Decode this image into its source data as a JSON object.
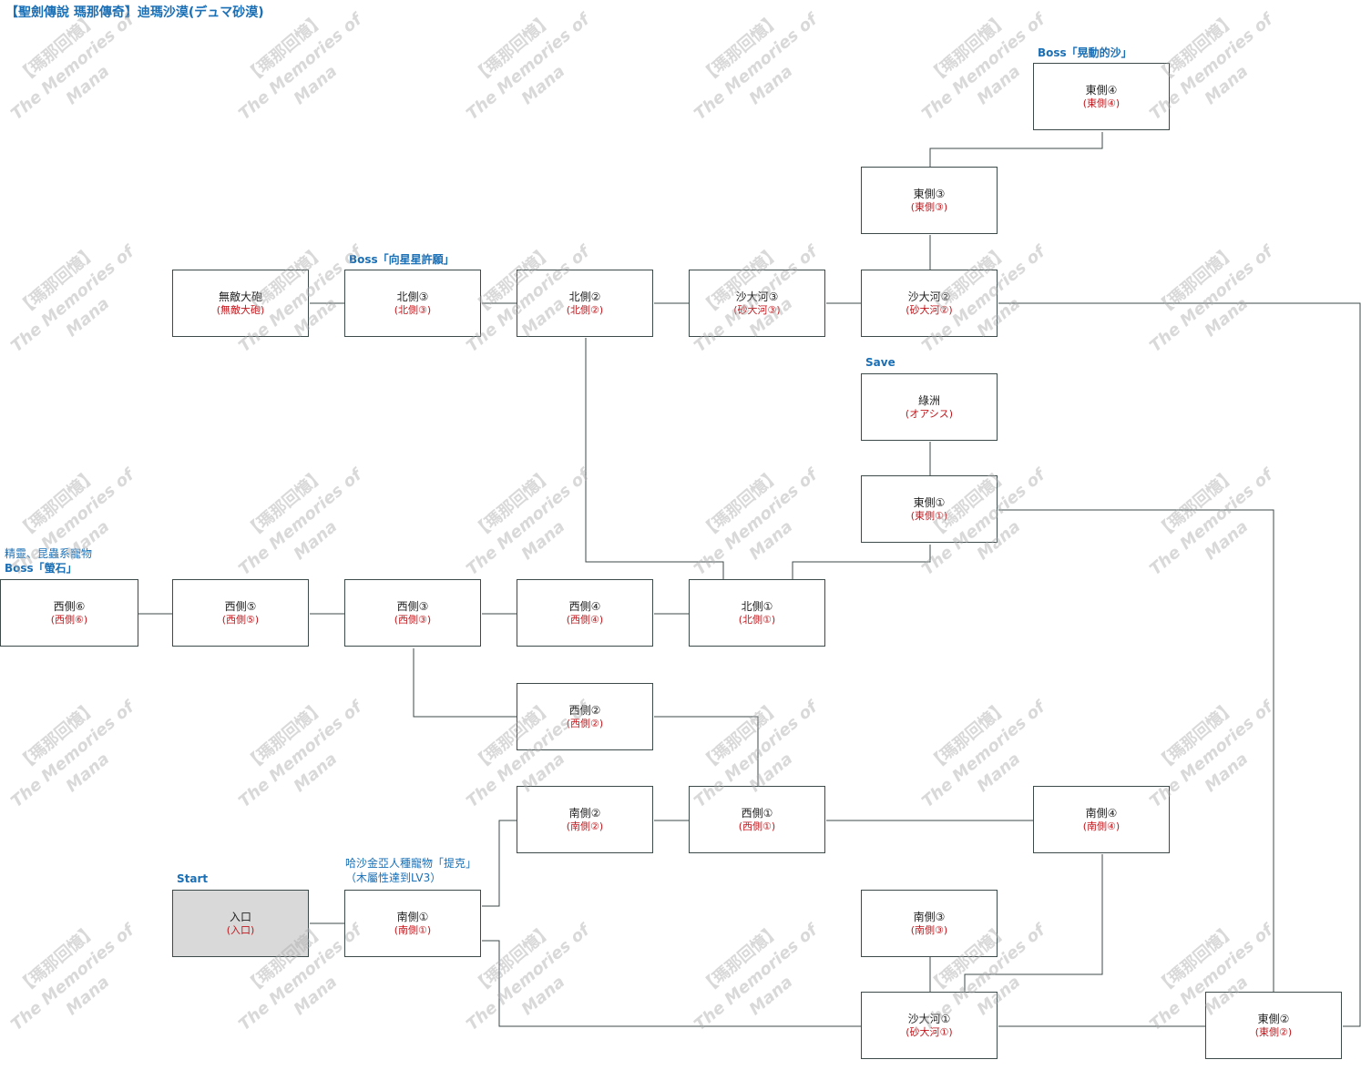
{
  "title": "【聖劍傳說 瑪那傳奇】迪瑪沙漠(デュマ砂漠)",
  "watermark": {
    "line1": "【瑪那回憶】",
    "line2": "The Memories of Mana"
  },
  "colors": {
    "line": "#3d4a4a",
    "note": "#1a6fb5",
    "sub": "#c0171c",
    "start_fill": "#d9d9d9"
  },
  "nodes": {
    "east4": {
      "name": "東側④",
      "sub": "(東側④)"
    },
    "east3": {
      "name": "東側③",
      "sub": "(東側③)"
    },
    "cannon": {
      "name": "無敵大砲",
      "sub": "(無敵大砲)"
    },
    "north3": {
      "name": "北側③",
      "sub": "(北側③)"
    },
    "north2": {
      "name": "北側②",
      "sub": "(北側②)"
    },
    "river3": {
      "name": "沙大河③",
      "sub": "(砂大河③)"
    },
    "river2": {
      "name": "沙大河②",
      "sub": "(砂大河②)"
    },
    "oasis": {
      "name": "綠洲",
      "sub": "(オアシス)"
    },
    "east1": {
      "name": "東側①",
      "sub": "(東側①)"
    },
    "west6": {
      "name": "西側⑥",
      "sub": "(西側⑥)"
    },
    "west5": {
      "name": "西側⑤",
      "sub": "(西側⑤)"
    },
    "west3": {
      "name": "西側③",
      "sub": "(西側③)"
    },
    "west4": {
      "name": "西側④",
      "sub": "(西側④)"
    },
    "north1": {
      "name": "北側①",
      "sub": "(北側①)"
    },
    "west2": {
      "name": "西側②",
      "sub": "(西側②)"
    },
    "south2": {
      "name": "南側②",
      "sub": "(南側②)"
    },
    "west1": {
      "name": "西側①",
      "sub": "(西側①)"
    },
    "south4": {
      "name": "南側④",
      "sub": "(南側④)"
    },
    "entrance": {
      "name": "入口",
      "sub": "(入口)"
    },
    "south1": {
      "name": "南側①",
      "sub": "(南側①)"
    },
    "south3": {
      "name": "南側③",
      "sub": "(南側③)"
    },
    "river1": {
      "name": "沙大河①",
      "sub": "(砂大河①)"
    },
    "east2": {
      "name": "東側②",
      "sub": "(東側②)"
    }
  },
  "notes": {
    "boss_east4": "Boss「晃動的沙」",
    "boss_north3": "Boss「向星星許願」",
    "save": "Save",
    "west6_line1": "精靈、昆蟲系寵物",
    "west6_line2": "Boss「螢石」",
    "start": "Start",
    "south1_line1": "哈沙金亞人種寵物「提克」",
    "south1_line2": "（木屬性達到LV3）"
  }
}
